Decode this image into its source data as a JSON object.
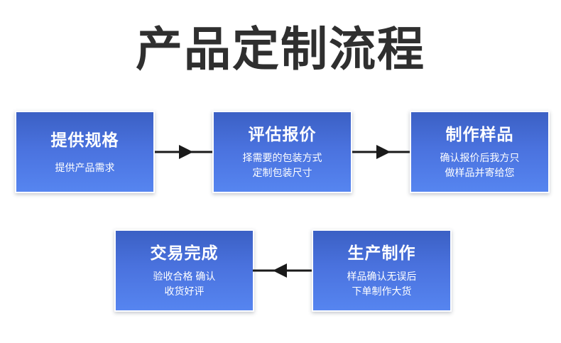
{
  "page": {
    "title": "产品定制流程",
    "background_color": "#ffffff",
    "title_color": "#2f2f2f",
    "box_gradient_top": "#3b60c4",
    "box_gradient_bottom": "#5685f0",
    "box_text_color": "#ffffff",
    "arrow_color": "#1a1a1a"
  },
  "flow": {
    "steps": [
      {
        "id": "step-1",
        "title": "提供规格",
        "desc_line1": "提供产品需求",
        "desc_line2": ""
      },
      {
        "id": "step-2",
        "title": "评估报价",
        "desc_line1": "择需要的包装方式",
        "desc_line2": "定制包装尺寸"
      },
      {
        "id": "step-3",
        "title": "制作样品",
        "desc_line1": "确认报价后我方只",
        "desc_line2": "做样品并寄给您"
      },
      {
        "id": "step-4",
        "title": "生产制作",
        "desc_line1": "样品确认无误后",
        "desc_line2": "下单制作大货"
      },
      {
        "id": "step-5",
        "title": "交易完成",
        "desc_line1": "验收合格 确认",
        "desc_line2": "收货好评"
      }
    ],
    "connectors": [
      {
        "id": "connector-1",
        "from": "step-1",
        "to": "step-2",
        "direction": "right"
      },
      {
        "id": "connector-2",
        "from": "step-2",
        "to": "step-3",
        "direction": "right"
      },
      {
        "id": "connector-3",
        "from": "step-4",
        "to": "step-5",
        "direction": "left"
      }
    ]
  }
}
